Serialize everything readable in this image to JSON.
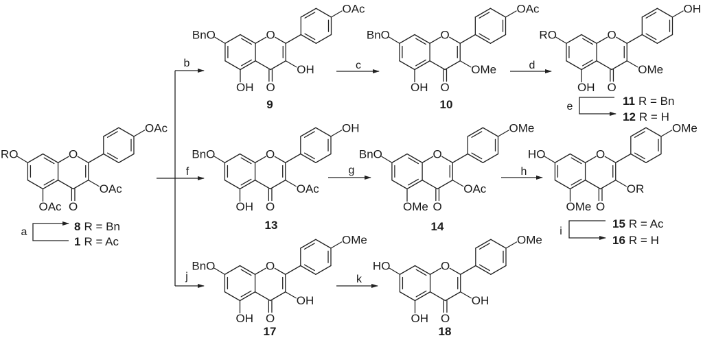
{
  "atom_symbols": {
    "ring_oxygen": "O",
    "carbonyl_oxygen": "O"
  },
  "compounds": [
    {
      "label": "",
      "r7": "RO",
      "r5": "OAc",
      "r3": "OAc",
      "r4p": "OAc"
    },
    {
      "label": "9",
      "r7": "BnO",
      "r5": "OH",
      "r3": "OH",
      "r4p": "OAc"
    },
    {
      "label": "10",
      "r7": "BnO",
      "r5": "OH",
      "r3": "OMe",
      "r4p": "OAc"
    },
    {
      "label": "",
      "r7": "RO",
      "r5": "OH",
      "r3": "OMe",
      "r4p": "OH"
    },
    {
      "label": "13",
      "r7": "BnO",
      "r5": "OH",
      "r3": "OAc",
      "r4p": "OH"
    },
    {
      "label": "14",
      "r7": "BnO",
      "r5": "OMe",
      "r3": "OAc",
      "r4p": "OMe"
    },
    {
      "label": "",
      "r7": "HO",
      "r5": "OMe",
      "r3": "OR",
      "r4p": "OMe"
    },
    {
      "label": "17",
      "r7": "BnO",
      "r5": "OH",
      "r3": "OH",
      "r4p": "OMe"
    },
    {
      "label": "18",
      "r7": "HO",
      "r5": "OH",
      "r3": "OH",
      "r4p": "OMe"
    }
  ],
  "steps": {
    "a": "a",
    "b": "b",
    "c": "c",
    "d": "d",
    "e": "e",
    "f": "f",
    "g": "g",
    "h": "h",
    "i": "i",
    "j": "j",
    "k": "k"
  },
  "r_group_legends": [
    {
      "number": "8",
      "text": "R = Bn"
    },
    {
      "number": "1",
      "text": "R = Ac"
    },
    {
      "number": "11",
      "text": "R = Bn"
    },
    {
      "number": "12",
      "text": "R = H"
    },
    {
      "number": "15",
      "text": "R = Ac"
    },
    {
      "number": "16",
      "text": "R = H"
    }
  ]
}
